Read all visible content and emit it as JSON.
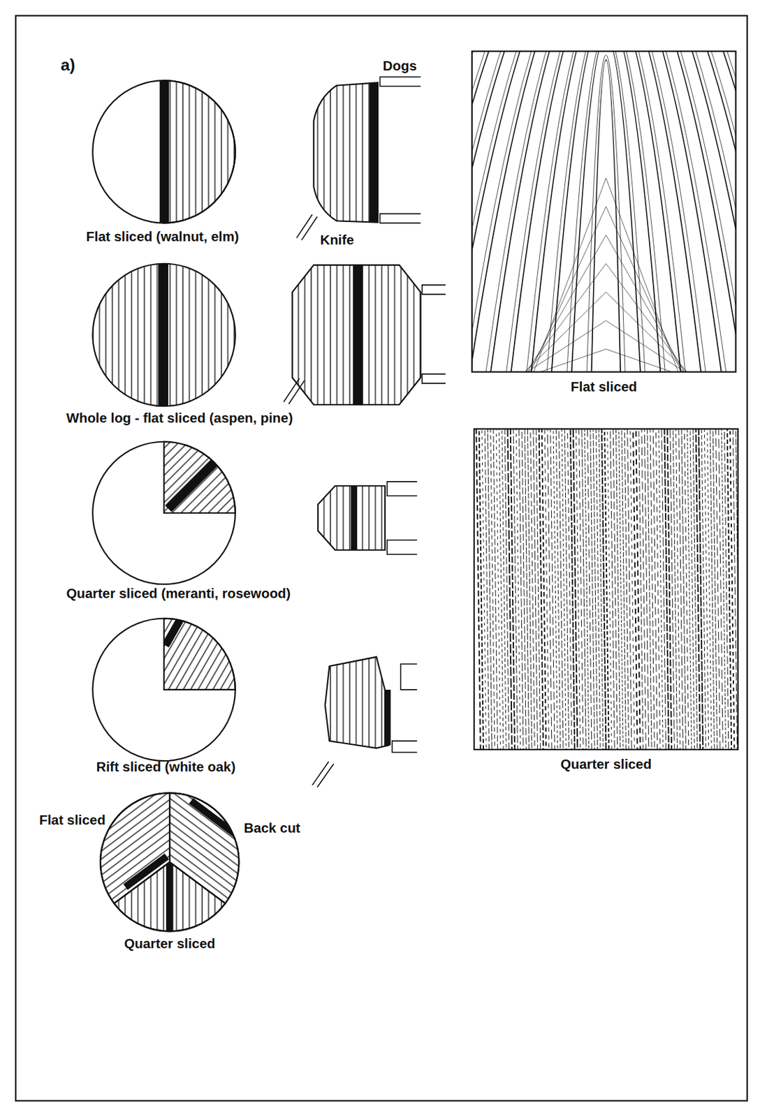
{
  "diagram": {
    "labels": [
      "a)",
      "Dogs",
      "Knife",
      "Flat sliced (walnut, elm)",
      "Whole log - flat sliced (aspen, pine)",
      "Quarter sliced (meranti, rosewood)",
      "Rift sliced (white oak)",
      "Flat sliced",
      "Back cut",
      "Quarter sliced",
      "Flat sliced",
      "Quarter sliced"
    ]
  }
}
